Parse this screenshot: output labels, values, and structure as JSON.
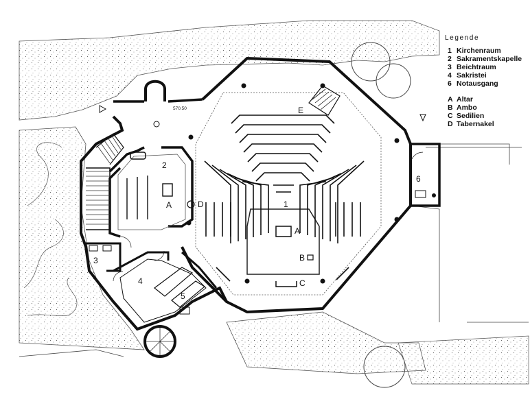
{
  "legend": {
    "title": "Legende",
    "rooms": [
      {
        "key": "1",
        "label": "Kirchenraum"
      },
      {
        "key": "2",
        "label": "Sakramentskapelle"
      },
      {
        "key": "3",
        "label": "Beichtraum"
      },
      {
        "key": "4",
        "label": "Sakristei"
      },
      {
        "key": "6",
        "label": "Notausgang"
      }
    ],
    "items": [
      {
        "key": "A",
        "label": "Altar"
      },
      {
        "key": "B",
        "label": "Ambo"
      },
      {
        "key": "C",
        "label": "Sedilien"
      },
      {
        "key": "D",
        "label": "Tabernakel"
      }
    ]
  },
  "plan_labels": {
    "room1": "1",
    "room2": "2",
    "room3": "3",
    "room4": "4",
    "room5": "5",
    "room6": "6",
    "altar": "A",
    "altar_chapel": "A",
    "ambo": "B",
    "sedilien": "C",
    "tabernakel": "D",
    "entrance_e": "E",
    "elevation": "570.50"
  }
}
